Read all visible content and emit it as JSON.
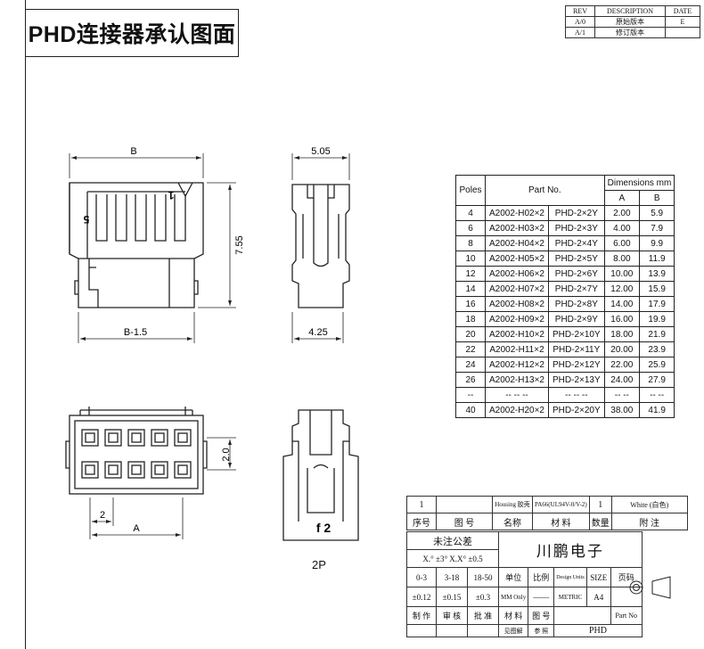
{
  "title": "PHD连接器承认图面",
  "revision": {
    "headers": [
      "REV",
      "DESCRIPTION",
      "DATE"
    ],
    "rows": [
      [
        "A/0",
        "原始版本",
        "E"
      ],
      [
        "A/1",
        "修订版本",
        ""
      ]
    ]
  },
  "drawing": {
    "dim_B": "B",
    "dim_B15": "B-1.5",
    "dim_755": "7.55",
    "dim_505": "5.05",
    "dim_425": "4.25",
    "dim_20": "2.0",
    "dim_2": "2",
    "dim_A": "A",
    "mark_5": "5",
    "mark_1": "1",
    "mark_f2": "f 2",
    "label_2p": "2P"
  },
  "dimensions_table": {
    "col_poles": "Poles",
    "col_part": "Part No.",
    "col_dims": "Dimensions mm",
    "col_a": "A",
    "col_b": "B",
    "rows": [
      [
        "4",
        "A2002-H02×2",
        "PHD-2×2Y",
        "2.00",
        "5.9"
      ],
      [
        "6",
        "A2002-H03×2",
        "PHD-2×3Y",
        "4.00",
        "7.9"
      ],
      [
        "8",
        "A2002-H04×2",
        "PHD-2×4Y",
        "6.00",
        "9.9"
      ],
      [
        "10",
        "A2002-H05×2",
        "PHD-2×5Y",
        "8.00",
        "11.9"
      ],
      [
        "12",
        "A2002-H06×2",
        "PHD-2×6Y",
        "10.00",
        "13.9"
      ],
      [
        "14",
        "A2002-H07×2",
        "PHD-2×7Y",
        "12.00",
        "15.9"
      ],
      [
        "16",
        "A2002-H08×2",
        "PHD-2×8Y",
        "14.00",
        "17.9"
      ],
      [
        "18",
        "A2002-H09×2",
        "PHD-2×9Y",
        "16.00",
        "19.9"
      ],
      [
        "20",
        "A2002-H10×2",
        "PHD-2×10Y",
        "18.00",
        "21.9"
      ],
      [
        "22",
        "A2002-H11×2",
        "PHD-2×11Y",
        "20.00",
        "23.9"
      ],
      [
        "24",
        "A2002-H12×2",
        "PHD-2×12Y",
        "22.00",
        "25.9"
      ],
      [
        "26",
        "A2002-H13×2",
        "PHD-2×13Y",
        "24.00",
        "27.9"
      ],
      [
        "--",
        "-- -- --",
        "-- -- --",
        "-- --",
        "-- --"
      ],
      [
        "40",
        "A2002-H20×2",
        "PHD-2×20Y",
        "38.00",
        "41.9"
      ]
    ]
  },
  "title_block": {
    "bom_row": [
      "1",
      "Housing 胶壳",
      "PA66(UL94V-0/V-2)",
      "1",
      "White (白色)"
    ],
    "bom_header": [
      "序号",
      "图 号",
      "名称",
      "材 料",
      "数量",
      "附 注"
    ],
    "tolerance_title": "未注公差",
    "tolerance_angle": "X.° ±3° X.X° ±0.5",
    "ranges": [
      "0-3",
      "3-18",
      "18-50"
    ],
    "tolerances": [
      "±0.12",
      "±0.15",
      "±0.3"
    ],
    "company": "川鹏电子",
    "unit_label": "单位",
    "scale_label": "比例",
    "design_units": "Design Units",
    "size_label": "SIZE",
    "page_label": "页码",
    "mm_only": "MM Only",
    "dash": "——",
    "metric": "METRIC",
    "size_value": "A4",
    "roles": [
      "制 作",
      "审 核",
      "批 准"
    ],
    "material_label": "材 料",
    "drawing_no_label": "图 号",
    "part_no_label": "Part No",
    "see_label": "见图解",
    "see_value": "参 照",
    "part_value": "PHD"
  }
}
